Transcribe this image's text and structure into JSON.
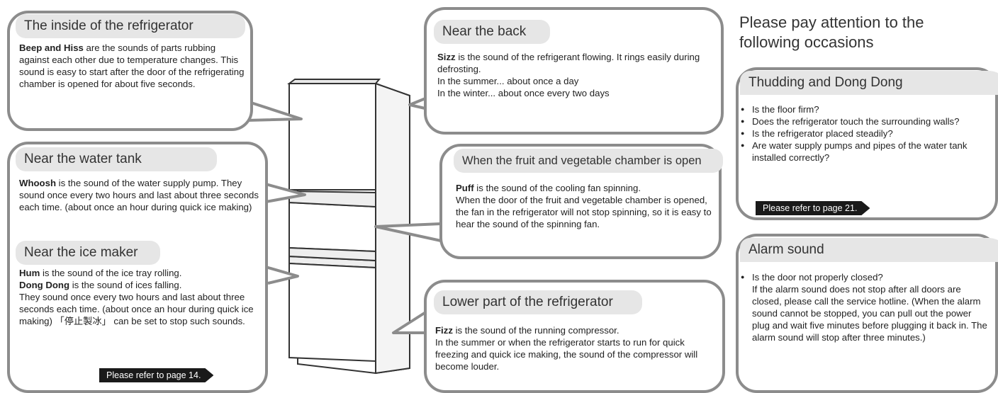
{
  "inside": {
    "title": "The inside of the refrigerator",
    "bold": "Beep and Hiss",
    "text": " are the sounds of parts rubbing against each other due to temperature changes. This sound is easy to start after the door of the refrigerating chamber is opened for about five seconds."
  },
  "water_tank": {
    "title": "Near the water tank",
    "bold": "Whoosh",
    "text": " is the sound of the water supply pump. They sound once every two hours and last about three seconds each time. (about once an hour during quick ice making)"
  },
  "ice_maker": {
    "title": "Near the ice maker",
    "bold1": "Hum",
    "text1": " is the sound of the ice tray rolling.",
    "bold2": "Dong Dong",
    "text2": " is the sound of ices falling.",
    "text3": "They sound once every two hours and last about three seconds each time. (about once an hour during quick ice making) 「停止製冰」 can be set to stop such sounds.",
    "refer": "Please refer to page 14."
  },
  "back": {
    "title": "Near the back",
    "bold": "Sizz",
    "text": " is the sound of the refrigerant flowing. It rings easily during defrosting.",
    "line2": "In the summer... about once a day",
    "line3": "In the winter... about once every two days"
  },
  "fruit": {
    "title": "When the fruit and vegetable chamber is open",
    "bold": "Puff",
    "text": " is the sound of the cooling fan spinning.",
    "text2": "When the door of the fruit and vegetable chamber is opened, the fan in the refrigerator will not stop spinning, so it is easy to hear the sound of the spinning fan."
  },
  "lower": {
    "title": "Lower part of the refrigerator",
    "bold": "Fizz",
    "text": " is the sound of the running compressor.",
    "text2": "In the summer or when the refrigerator starts to run for quick freezing and quick ice making, the sound of the compressor will become louder."
  },
  "attention": {
    "heading": "Please pay attention to the following occasions"
  },
  "thudding": {
    "title": "Thudding and Dong Dong",
    "items": [
      "Is the floor firm?",
      "Does the refrigerator touch the surrounding walls?",
      "Is the refrigerator placed steadily?",
      "Are water supply pumps and pipes of the water tank installed correctly?"
    ],
    "refer": "Please refer to page 21."
  },
  "alarm": {
    "title": "Alarm sound",
    "item": "Is the door not properly closed?",
    "text": "If the alarm sound does not stop after all doors are closed, please call the service hotline. (When the alarm sound cannot be stopped, you can pull out the power plug and wait five minutes before plugging it back in. The alarm sound will stop after three minutes.)"
  },
  "colors": {
    "border": "#8c8c8c",
    "pill": "#e6e6e6",
    "button": "#1a1a1a"
  }
}
